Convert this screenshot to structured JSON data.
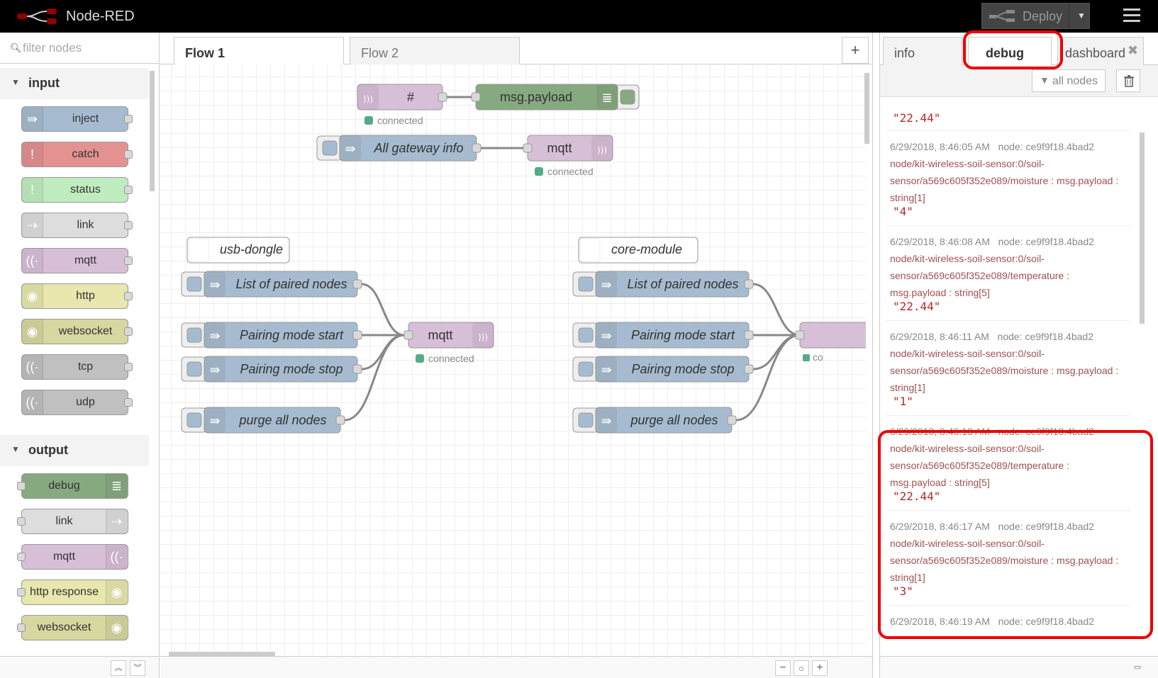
{
  "header": {
    "app_title": "Node-RED",
    "deploy_label": "Deploy"
  },
  "palette": {
    "filter_placeholder": "filter nodes",
    "categories": [
      {
        "label": "input",
        "nodes": [
          {
            "label": "inject",
            "color": "#a6bbcf",
            "icon": "inject-arrow-icon"
          },
          {
            "label": "catch",
            "color": "#e49191",
            "icon": "exclamation-icon"
          },
          {
            "label": "status",
            "color": "#c0edc0",
            "icon": "exclamation-icon"
          },
          {
            "label": "link",
            "color": "#dddddd",
            "icon": "link-icon"
          },
          {
            "label": "mqtt",
            "color": "#d8bfd8",
            "icon": "wireless-icon"
          },
          {
            "label": "http",
            "color": "#e7e7ae",
            "icon": "globe-icon"
          },
          {
            "label": "websocket",
            "color": "#d7d7a0",
            "icon": "globe-icon"
          },
          {
            "label": "tcp",
            "color": "#c0c0c0",
            "icon": "wireless-icon"
          },
          {
            "label": "udp",
            "color": "#c0c0c0",
            "icon": "wireless-icon"
          }
        ]
      },
      {
        "label": "output",
        "nodes": [
          {
            "label": "debug",
            "color": "#87a980",
            "icon": "debug-list-icon"
          },
          {
            "label": "link",
            "color": "#dddddd",
            "icon": "link-icon"
          },
          {
            "label": "mqtt",
            "color": "#d8bfd8",
            "icon": "wireless-icon"
          },
          {
            "label": "http response",
            "color": "#e7e7ae",
            "icon": "globe-icon"
          },
          {
            "label": "websocket",
            "color": "#d7d7a0",
            "icon": "globe-icon"
          }
        ]
      }
    ]
  },
  "workspace": {
    "tabs": [
      {
        "label": "Flow 1",
        "active": true
      },
      {
        "label": "Flow 2",
        "active": false
      }
    ],
    "flow": {
      "nodes": [
        {
          "id": "n1",
          "label": "#",
          "color": "#d8bfd8",
          "italic": false
        },
        {
          "id": "n2",
          "label": "msg.payload",
          "color": "#87a980",
          "italic": false
        },
        {
          "id": "n3",
          "label": "All gateway info",
          "color": "#a6bbcf",
          "italic": true
        },
        {
          "id": "n4",
          "label": "mqtt",
          "color": "#d8bfd8",
          "italic": false
        },
        {
          "id": "c1",
          "label": "usb-dongle",
          "color": "#ffffff",
          "italic": true
        },
        {
          "id": "a1",
          "label": "List of paired nodes",
          "color": "#a6bbcf",
          "italic": true
        },
        {
          "id": "a2",
          "label": "Pairing mode start",
          "color": "#a6bbcf",
          "italic": true
        },
        {
          "id": "a3",
          "label": "Pairing mode stop",
          "color": "#a6bbcf",
          "italic": true
        },
        {
          "id": "a4",
          "label": "purge all nodes",
          "color": "#a6bbcf",
          "italic": true
        },
        {
          "id": "m1",
          "label": "mqtt",
          "color": "#d8bfd8",
          "italic": false
        },
        {
          "id": "c2",
          "label": "core-module",
          "color": "#ffffff",
          "italic": true
        },
        {
          "id": "b1",
          "label": "List of paired nodes",
          "color": "#a6bbcf",
          "italic": true
        },
        {
          "id": "b2",
          "label": "Pairing mode start",
          "color": "#a6bbcf",
          "italic": true
        },
        {
          "id": "b3",
          "label": "Pairing mode stop",
          "color": "#a6bbcf",
          "italic": true
        },
        {
          "id": "b4",
          "label": "purge all nodes",
          "color": "#a6bbcf",
          "italic": true
        }
      ],
      "status_text": "connected",
      "status_cut_text": "co"
    }
  },
  "sidebar": {
    "tabs": [
      {
        "label": "info"
      },
      {
        "label": "debug"
      },
      {
        "label": "dashboard"
      }
    ],
    "filter_label": "all nodes",
    "partial_top_value": "\"22.44\"",
    "messages": [
      {
        "time": "6/29/2018, 8:46:05 AM",
        "node": "node: ce9f9f18.4bad2",
        "topic": "node/kit-wireless-soil-sensor:0/soil-sensor/a569c605f352e089/moisture : msg.payload : string[1]",
        "value": "\"4\""
      },
      {
        "time": "6/29/2018, 8:46:08 AM",
        "node": "node: ce9f9f18.4bad2",
        "topic": "node/kit-wireless-soil-sensor:0/soil-sensor/a569c605f352e089/temperature : msg.payload : string[5]",
        "value": "\"22.44\""
      },
      {
        "time": "6/29/2018, 8:46:11 AM",
        "node": "node: ce9f9f18.4bad2",
        "topic": "node/kit-wireless-soil-sensor:0/soil-sensor/a569c605f352e089/moisture : msg.payload : string[1]",
        "value": "\"1\""
      },
      {
        "time": "6/29/2018, 8:46:13 AM",
        "node": "node: ce9f9f18.4bad2",
        "topic": "node/kit-wireless-soil-sensor:0/soil-sensor/a569c605f352e089/temperature : msg.payload : string[5]",
        "value": "\"22.44\""
      },
      {
        "time": "6/29/2018, 8:46:17 AM",
        "node": "node: ce9f9f18.4bad2",
        "topic": "node/kit-wireless-soil-sensor:0/soil-sensor/a569c605f352e089/moisture : msg.payload : string[1]",
        "value": "\"3\""
      },
      {
        "time": "6/29/2018, 8:46:19 AM",
        "node": "node: ce9f9f18.4bad2",
        "topic": "",
        "value": ""
      }
    ]
  },
  "colors": {
    "highlight": "#e00000",
    "header_bg": "#000000",
    "debug_value": "#b72828"
  }
}
